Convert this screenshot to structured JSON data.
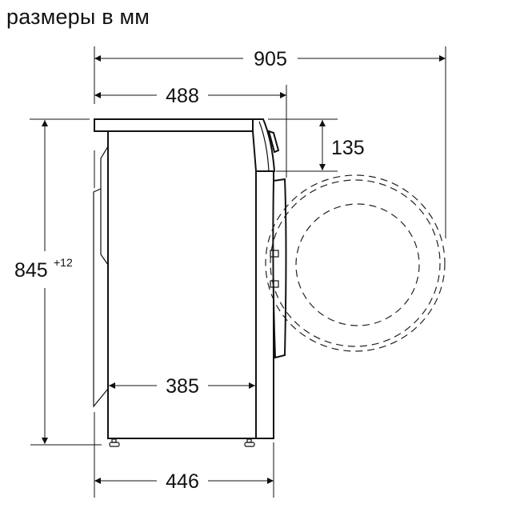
{
  "title": "размеры в мм",
  "dimensions": {
    "total_depth_door_open": "905",
    "depth_top": "488",
    "door_offset_height": "135",
    "height": "845",
    "height_tolerance": "+12",
    "depth_body": "385",
    "depth_with_door": "446"
  },
  "units": "мм",
  "colors": {
    "line": "#111111",
    "background": "#ffffff"
  }
}
